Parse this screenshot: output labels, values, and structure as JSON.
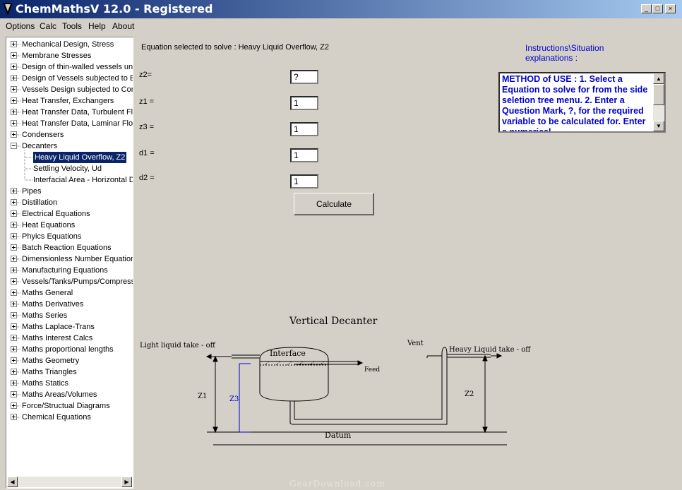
{
  "window": {
    "title": "ChemMathsV 12.0 - Registered",
    "minimize": "_",
    "maximize": "□",
    "close": "×"
  },
  "menu": [
    "Options",
    "Calc",
    "Tools",
    "Help",
    "About"
  ],
  "tree": [
    {
      "label": "Mechanical Design, Stress",
      "expander": "+"
    },
    {
      "label": "Membrane Stresses",
      "expander": "+"
    },
    {
      "label": "Design of thin-walled vessels und",
      "expander": "+"
    },
    {
      "label": "Design of Vessels subjected to Ex",
      "expander": "+"
    },
    {
      "label": "Vessels Design subjected to Com",
      "expander": "+"
    },
    {
      "label": "Heat Transfer, Exchangers",
      "expander": "+"
    },
    {
      "label": "Heat Transfer Data, Turbulent Flo",
      "expander": "+"
    },
    {
      "label": "Heat Transfer Data, Laminar Flow",
      "expander": "+"
    },
    {
      "label": "Condensers",
      "expander": "+"
    },
    {
      "label": "Decanters",
      "expander": "-"
    },
    {
      "label": "Heavy Liquid Overflow, Z2",
      "child": true,
      "selected": true
    },
    {
      "label": "Settling Velocity, Ud",
      "child": true
    },
    {
      "label": "Interfacial Area - Horizontal D",
      "child": true
    },
    {
      "label": "Pipes",
      "expander": "+"
    },
    {
      "label": "Distillation",
      "expander": "+"
    },
    {
      "label": "Electrical Equations",
      "expander": "+"
    },
    {
      "label": "Heat Equations",
      "expander": "+"
    },
    {
      "label": "Phyics Equations",
      "expander": "+"
    },
    {
      "label": "Batch Reaction Equations",
      "expander": "+"
    },
    {
      "label": "Dimensionless Number Equations",
      "expander": "+"
    },
    {
      "label": "Manufacturing Equations",
      "expander": "+"
    },
    {
      "label": "Vessels/Tanks/Pumps/Compress",
      "expander": "+"
    },
    {
      "label": "Maths General",
      "expander": "+"
    },
    {
      "label": "Maths Derivatives",
      "expander": "+"
    },
    {
      "label": "Maths Series",
      "expander": "+"
    },
    {
      "label": "Maths Laplace-Trans",
      "expander": "+"
    },
    {
      "label": "Maths Interest Calcs",
      "expander": "+"
    },
    {
      "label": "Maths proportional lengths",
      "expander": "+"
    },
    {
      "label": "Maths Geometry",
      "expander": "+"
    },
    {
      "label": "Maths Triangles",
      "expander": "+"
    },
    {
      "label": "Maths Statics",
      "expander": "+"
    },
    {
      "label": "Maths Areas/Volumes",
      "expander": "+"
    },
    {
      "label": "Force/Structual Diagrams",
      "expander": "+"
    },
    {
      "label": "Chemical Equations",
      "expander": "+"
    }
  ],
  "equation_selected": "Equation selected to solve : Heavy Liquid Overflow, Z2",
  "fields": [
    {
      "label": "z2=",
      "value": "?"
    },
    {
      "label": "z1 =",
      "value": "1"
    },
    {
      "label": "z3 =",
      "value": "1"
    },
    {
      "label": "d1 =",
      "value": "1"
    },
    {
      "label": "d2 =",
      "value": "1"
    }
  ],
  "calculate_label": "Calculate",
  "instructions": {
    "label_line1": "Instructions\\Situation",
    "label_line2": "explanations :",
    "text": "METHOD of USE : 1. Select a Equation to solve for from the side seletion tree menu. 2. Enter a Question Mark, ?, for the required variable to be calculated for. Enter a numerical"
  },
  "diagram": {
    "title": "Vertical Decanter",
    "light_takeoff": "Light liquid take - off",
    "interface": "Interface",
    "feed": "Feed",
    "vent": "Vent",
    "heavy_takeoff": "Heavy Liquid take - off",
    "z1": "Z1",
    "z3": "Z3",
    "z2": "Z2",
    "datum": "Datum"
  },
  "watermark": "GearDownload.com"
}
